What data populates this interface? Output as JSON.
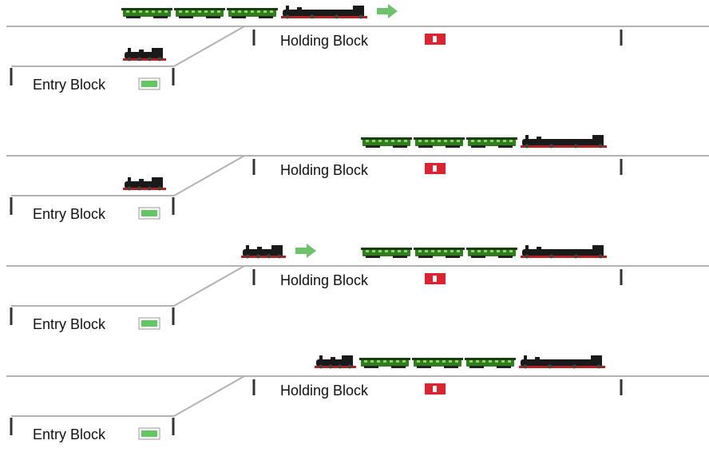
{
  "colors": {
    "track": "#b3b3b3",
    "bumper": "#333333",
    "signal_red": "#e0212e",
    "signal_green": "#5ec95e",
    "car_green": "#2f7d1c",
    "car_dark": "#1a3d0e",
    "loco": "#1a1a1a",
    "loco_red": "#b52020",
    "arrow": "#6cc36c"
  },
  "icons": {
    "signal_red": "red-signal-icon",
    "signal_green": "green-signal-icon",
    "arrow": "direction-arrow-icon",
    "car": "passenger-car-icon",
    "loco": "steam-locomotive-icon"
  },
  "steps": [
    {
      "holding_label": "Holding Block",
      "entry_label": "Entry Block",
      "holding_signal": "red",
      "entry_signal": "green",
      "main_train": [
        "car",
        "car",
        "car",
        "loco"
      ],
      "main_arrow": true,
      "entry_loco": true,
      "incoming_loco": false,
      "incoming_arrow": false
    },
    {
      "holding_label": "Holding Block",
      "entry_label": "Entry Block",
      "holding_signal": "red",
      "entry_signal": "green",
      "main_train": [
        "car",
        "car",
        "car",
        "loco"
      ],
      "main_arrow": false,
      "entry_loco": true,
      "incoming_loco": false,
      "incoming_arrow": false
    },
    {
      "holding_label": "Holding Block",
      "entry_label": "Entry Block",
      "holding_signal": "red",
      "entry_signal": "green",
      "main_train": [
        "car",
        "car",
        "car",
        "loco"
      ],
      "main_arrow": false,
      "entry_loco": false,
      "incoming_loco": true,
      "incoming_arrow": true
    },
    {
      "holding_label": "Holding Block",
      "entry_label": "Entry Block",
      "holding_signal": "red",
      "entry_signal": "green",
      "main_train": [
        "loco",
        "car",
        "car",
        "car",
        "loco"
      ],
      "main_arrow": false,
      "entry_loco": false,
      "incoming_loco": false,
      "incoming_arrow": false
    }
  ]
}
